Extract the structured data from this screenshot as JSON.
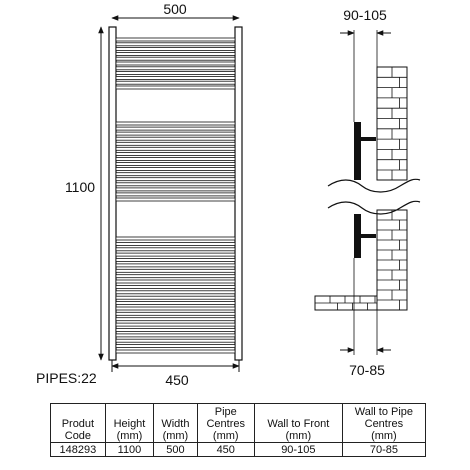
{
  "dimensions": {
    "overall_width": "500",
    "height": "1100",
    "pipe_centres": "450",
    "wall_to_front": "90-105",
    "wall_to_pipe_centres": "70-85"
  },
  "pipes_label": "PIPES:22",
  "spec_table": {
    "headers": [
      [
        "Produt",
        "Code"
      ],
      [
        "Height",
        "(mm)"
      ],
      [
        "Width",
        "(mm)"
      ],
      [
        "Pipe",
        "Centres",
        "(mm)"
      ],
      [
        "Wall to Front",
        "(mm)"
      ],
      [
        "Wall to Pipe",
        "Centres",
        "(mm)"
      ]
    ],
    "values": [
      "148293",
      "1100",
      "500",
      "450",
      "90-105",
      "70-85"
    ]
  }
}
